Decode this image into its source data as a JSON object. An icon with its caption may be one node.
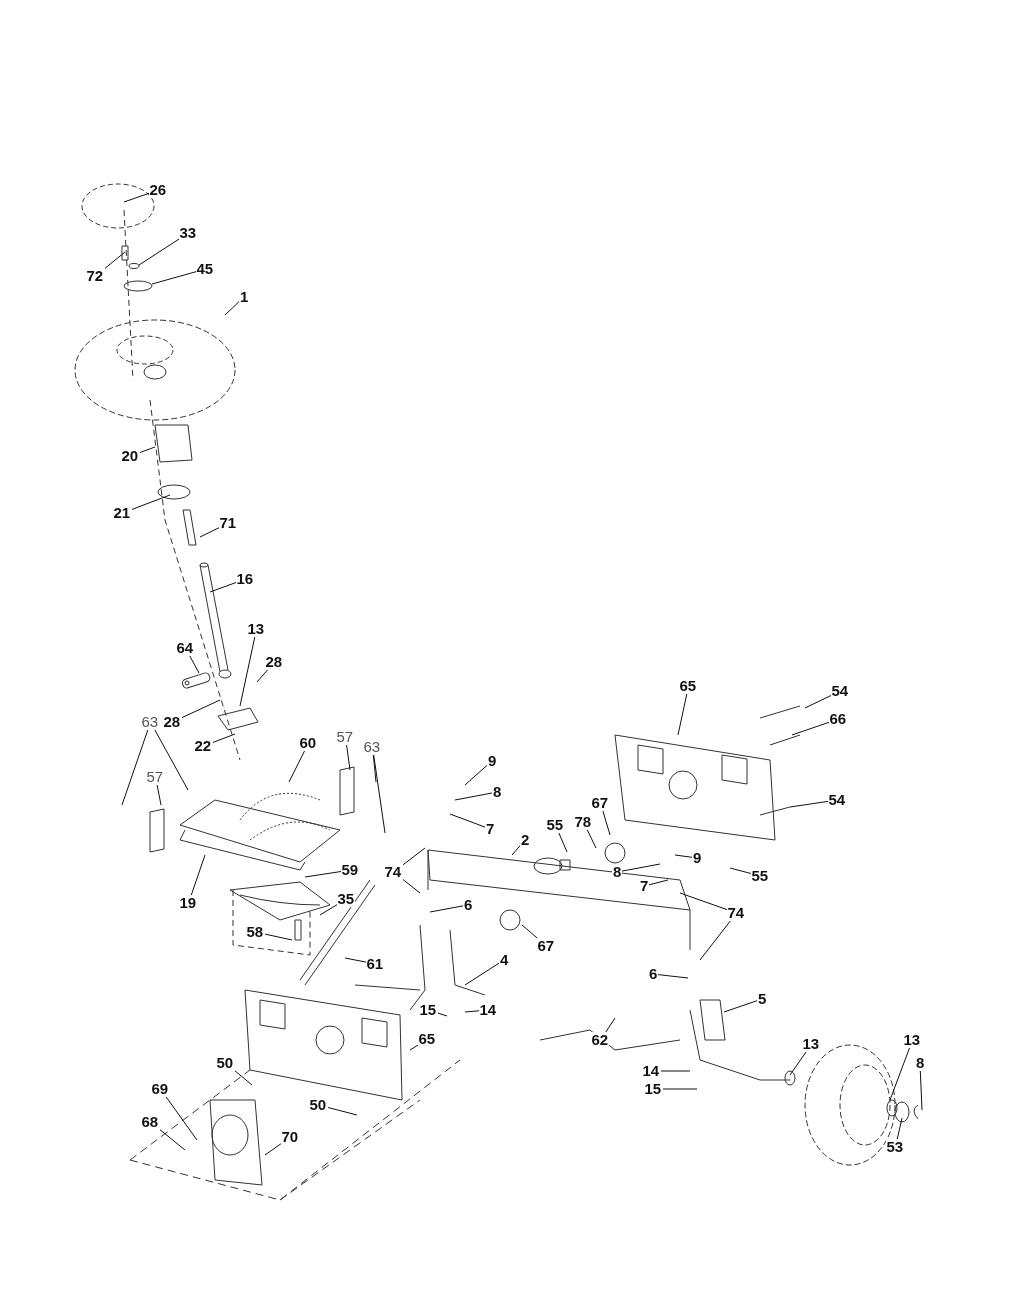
{
  "diagram": {
    "nodes": [
      {
        "text": [
          "26"
        ]
      },
      {
        "text": [
          "33"
        ]
      },
      {
        "text": [
          "72"
        ]
      },
      {
        "text": [
          "45"
        ]
      },
      {
        "text": [
          "1"
        ]
      },
      {
        "text": [
          "20"
        ]
      },
      {
        "text": [
          "21"
        ]
      },
      {
        "text": [
          "71"
        ]
      },
      {
        "text": [
          "16"
        ]
      },
      {
        "text": [
          "64"
        ]
      },
      {
        "text": [
          "13"
        ]
      },
      {
        "text": [
          "28"
        ]
      },
      {
        "text": [
          "28"
        ]
      },
      {
        "text": [
          "63"
        ]
      },
      {
        "text": [
          "57"
        ]
      },
      {
        "text": [
          "22"
        ]
      },
      {
        "text": [
          "60"
        ]
      },
      {
        "text": [
          "57"
        ]
      },
      {
        "text": [
          "63"
        ]
      },
      {
        "text": [
          "9"
        ]
      },
      {
        "text": [
          "8"
        ]
      },
      {
        "text": [
          "7"
        ]
      },
      {
        "text": [
          "19"
        ]
      },
      {
        "text": [
          "59"
        ]
      },
      {
        "text": [
          "55"
        ]
      },
      {
        "text": [
          "78"
        ]
      },
      {
        "text": [
          "67"
        ]
      },
      {
        "text": [
          "2"
        ]
      },
      {
        "text": [
          "74"
        ]
      },
      {
        "text": [
          "9"
        ]
      },
      {
        "text": [
          "8"
        ]
      },
      {
        "text": [
          "7"
        ]
      },
      {
        "text": [
          "55"
        ]
      },
      {
        "text": [
          "74"
        ]
      },
      {
        "text": [
          "35"
        ]
      },
      {
        "text": [
          "6"
        ]
      },
      {
        "text": [
          "67"
        ]
      },
      {
        "text": [
          "58"
        ]
      },
      {
        "text": [
          "61"
        ]
      },
      {
        "text": [
          "4"
        ]
      },
      {
        "text": [
          "15"
        ]
      },
      {
        "text": [
          "14"
        ]
      },
      {
        "text": [
          "6"
        ]
      },
      {
        "text": [
          "5"
        ]
      },
      {
        "text": [
          "65"
        ]
      },
      {
        "text": [
          "54"
        ]
      },
      {
        "text": [
          "66"
        ]
      },
      {
        "text": [
          "54"
        ]
      },
      {
        "text": [
          "65"
        ]
      },
      {
        "text": [
          "50"
        ]
      },
      {
        "text": [
          "50"
        ]
      },
      {
        "text": [
          "69"
        ]
      },
      {
        "text": [
          "68"
        ]
      },
      {
        "text": [
          "70"
        ]
      },
      {
        "text": [
          "62"
        ]
      },
      {
        "text": [
          "13"
        ]
      },
      {
        "text": [
          "13"
        ]
      },
      {
        "text": [
          "8"
        ]
      },
      {
        "text": [
          "14"
        ]
      },
      {
        "text": [
          "15"
        ]
      },
      {
        "text": [
          "53"
        ]
      }
    ],
    "edges": [
      {
        "from": 0,
        "to": null,
        "arrow": "none"
      },
      {
        "from": 1,
        "to": null,
        "arrow": "none"
      },
      {
        "from": 2,
        "to": null,
        "arrow": "none"
      },
      {
        "from": 3,
        "to": null,
        "arrow": "none"
      },
      {
        "from": 4,
        "to": null,
        "arrow": "none"
      },
      {
        "from": 5,
        "to": null,
        "arrow": "none"
      },
      {
        "from": 6,
        "to": null,
        "arrow": "none"
      },
      {
        "from": 7,
        "to": null,
        "arrow": "none"
      },
      {
        "from": 8,
        "to": null,
        "arrow": "none"
      },
      {
        "from": 9,
        "to": null,
        "arrow": "none"
      },
      {
        "from": 10,
        "to": null,
        "arrow": "none"
      },
      {
        "from": 11,
        "to": null,
        "arrow": "none"
      },
      {
        "from": 12,
        "to": null,
        "arrow": "none"
      },
      {
        "from": 13,
        "to": null,
        "arrow": "none"
      },
      {
        "from": 13,
        "to": null,
        "arrow": "none"
      },
      {
        "from": 14,
        "to": null,
        "arrow": "none"
      },
      {
        "from": 15,
        "to": null,
        "arrow": "none"
      },
      {
        "from": 16,
        "to": null,
        "arrow": "none"
      },
      {
        "from": 17,
        "to": null,
        "arrow": "none"
      },
      {
        "from": 18,
        "to": null,
        "arrow": "none"
      },
      {
        "from": 18,
        "to": null,
        "arrow": "none"
      },
      {
        "from": 19,
        "to": null,
        "arrow": "none"
      },
      {
        "from": 20,
        "to": null,
        "arrow": "none"
      },
      {
        "from": 21,
        "to": null,
        "arrow": "none"
      },
      {
        "from": 22,
        "to": null,
        "arrow": "none"
      },
      {
        "from": 23,
        "to": null,
        "arrow": "none"
      },
      {
        "from": 24,
        "to": null,
        "arrow": "none"
      },
      {
        "from": 25,
        "to": null,
        "arrow": "none"
      },
      {
        "from": 26,
        "to": null,
        "arrow": "none"
      },
      {
        "from": 27,
        "to": null,
        "arrow": "none"
      },
      {
        "from": 28,
        "to": null,
        "arrow": "none"
      },
      {
        "from": 28,
        "to": null,
        "arrow": "none"
      },
      {
        "from": 29,
        "to": null,
        "arrow": "none"
      },
      {
        "from": 30,
        "to": null,
        "arrow": "none"
      },
      {
        "from": 31,
        "to": null,
        "arrow": "none"
      },
      {
        "from": 32,
        "to": null,
        "arrow": "none"
      },
      {
        "from": 33,
        "to": null,
        "arrow": "none"
      },
      {
        "from": 33,
        "to": null,
        "arrow": "none"
      },
      {
        "from": 34,
        "to": null,
        "arrow": "none"
      },
      {
        "from": 35,
        "to": null,
        "arrow": "none"
      },
      {
        "from": 36,
        "to": null,
        "arrow": "none"
      },
      {
        "from": 37,
        "to": null,
        "arrow": "none"
      },
      {
        "from": 38,
        "to": null,
        "arrow": "none"
      },
      {
        "from": 39,
        "to": null,
        "arrow": "none"
      },
      {
        "from": 40,
        "to": null,
        "arrow": "none"
      },
      {
        "from": 41,
        "to": null,
        "arrow": "none"
      },
      {
        "from": 42,
        "to": null,
        "arrow": "none"
      },
      {
        "from": 43,
        "to": null,
        "arrow": "none"
      },
      {
        "from": 44,
        "to": null,
        "arrow": "none"
      },
      {
        "from": 45,
        "to": null,
        "arrow": "none"
      },
      {
        "from": 46,
        "to": null,
        "arrow": "none"
      },
      {
        "from": 47,
        "to": null,
        "arrow": "none"
      },
      {
        "from": 48,
        "to": null,
        "arrow": "none"
      },
      {
        "from": 49,
        "to": null,
        "arrow": "none"
      },
      {
        "from": 50,
        "to": null,
        "arrow": "none"
      },
      {
        "from": 51,
        "to": null,
        "arrow": "none"
      },
      {
        "from": 52,
        "to": null,
        "arrow": "none"
      },
      {
        "from": 53,
        "to": null,
        "arrow": "none"
      },
      {
        "from": 54,
        "to": null,
        "arrow": "none"
      },
      {
        "from": 55,
        "to": null,
        "arrow": "none"
      },
      {
        "from": 56,
        "to": null,
        "arrow": "none"
      },
      {
        "from": 57,
        "to": null,
        "arrow": "none"
      },
      {
        "from": 58,
        "to": null,
        "arrow": "none"
      },
      {
        "from": 59,
        "to": null,
        "arrow": "none"
      },
      {
        "from": 60,
        "to": null,
        "arrow": "none"
      }
    ]
  }
}
